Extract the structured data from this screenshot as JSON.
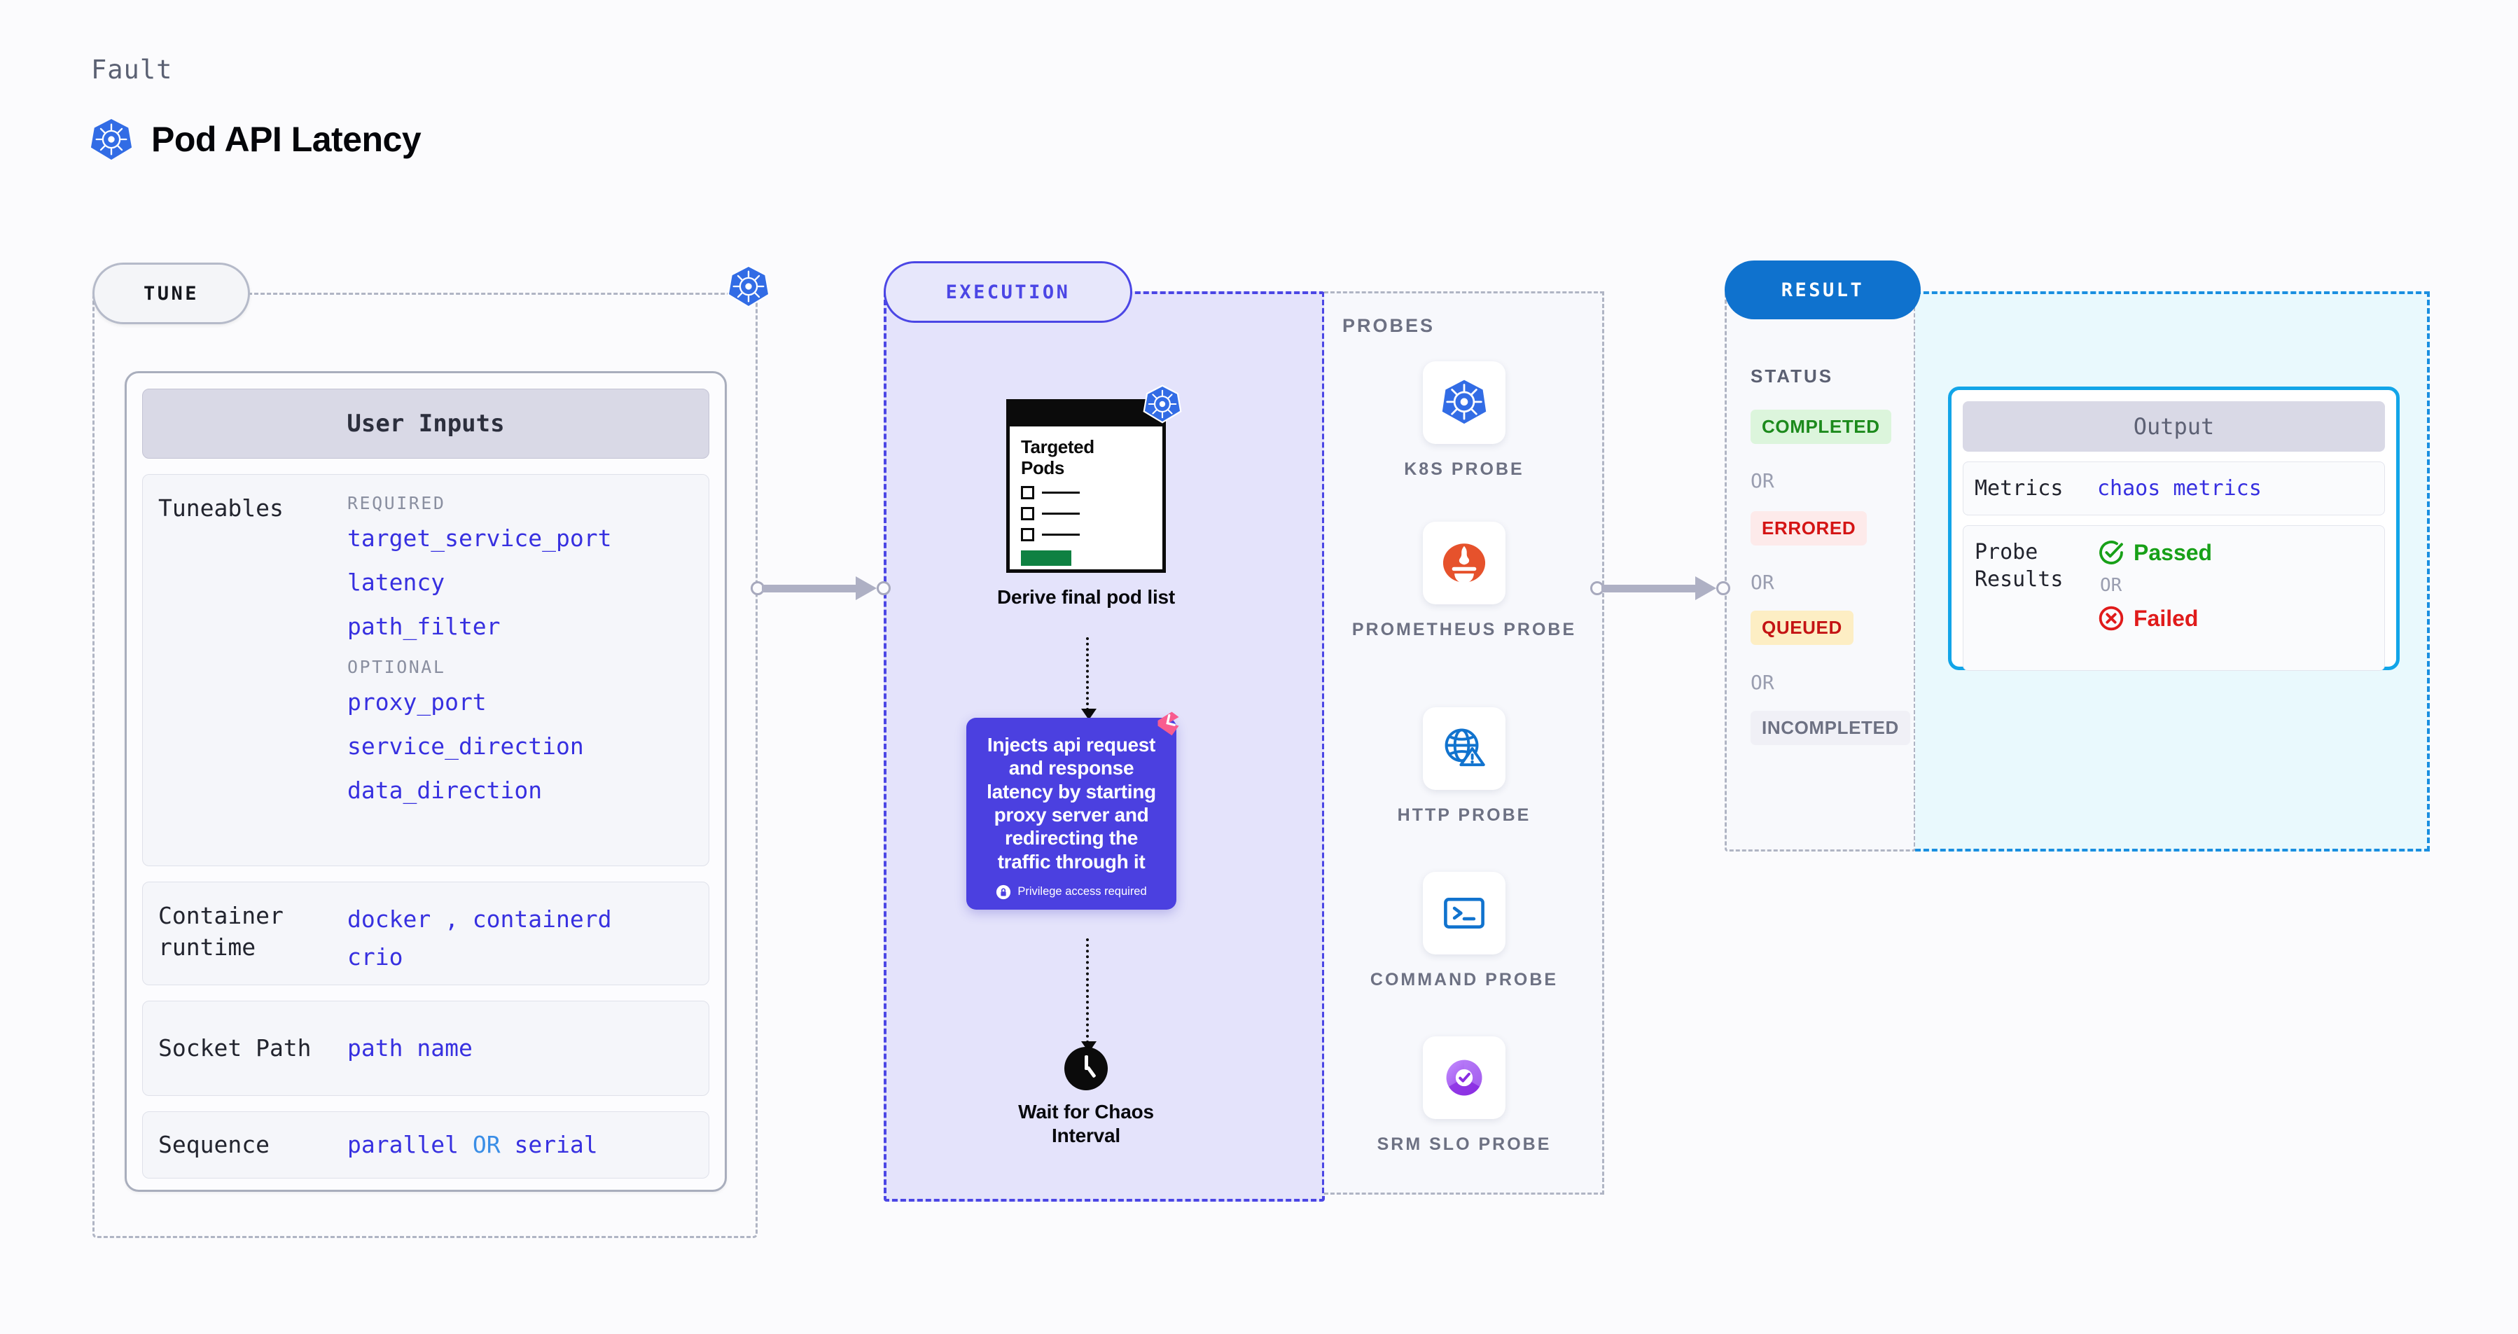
{
  "header": {
    "eyebrow": "Fault",
    "title": "Pod API Latency",
    "icon": "kubernetes-icon"
  },
  "tune": {
    "pill_label": "TUNE",
    "badge_icon": "kubernetes-icon",
    "card_title": "User Inputs",
    "tuneables": {
      "label": "Tuneables",
      "required_label": "REQUIRED",
      "required": [
        "target_service_port",
        "latency",
        "path_filter"
      ],
      "optional_label": "OPTIONAL",
      "optional": [
        "proxy_port",
        "service_direction",
        "data_direction"
      ]
    },
    "container_runtime": {
      "label": "Container runtime",
      "value_line1": "docker , containerd",
      "value_line2": "crio"
    },
    "socket_path": {
      "label": "Socket Path",
      "value": "path name"
    },
    "sequence": {
      "label": "Sequence",
      "value_a": "parallel",
      "or": "OR",
      "value_b": "serial"
    }
  },
  "execution": {
    "pill_label": "EXECUTION",
    "pod_card": {
      "title_line1": "Targeted",
      "title_line2": "Pods",
      "badge_icon": "kubernetes-icon"
    },
    "pod_caption": "Derive final pod list",
    "inject": {
      "text": "Injects api request and response latency by starting proxy server and redirecting the traffic through it",
      "privilege_note": "Privilege access required",
      "privilege_icon": "lock-icon",
      "corner_icon": "litmus-chaos-icon",
      "color": "#4b40e0"
    },
    "wait": {
      "icon": "clock-icon",
      "caption": "Wait for Chaos Interval"
    }
  },
  "probes": {
    "title": "PROBES",
    "items": [
      {
        "label": "K8S PROBE",
        "icon": "kubernetes-icon"
      },
      {
        "label": "PROMETHEUS PROBE",
        "icon": "prometheus-icon"
      },
      {
        "label": "HTTP PROBE",
        "icon": "globe-warning-icon"
      },
      {
        "label": "COMMAND PROBE",
        "icon": "terminal-icon"
      },
      {
        "label": "SRM SLO PROBE",
        "icon": "srm-slo-icon"
      }
    ]
  },
  "result": {
    "pill_label": "RESULT",
    "status_title": "STATUS",
    "or_label": "OR",
    "statuses": [
      {
        "label": "COMPLETED",
        "color": "#1c8a1c",
        "bg": "#dcf5dc"
      },
      {
        "label": "ERRORED",
        "color": "#d41414",
        "bg": "#fdeaea"
      },
      {
        "label": "QUEUED",
        "color": "#c41414",
        "bg": "#fdeec4"
      },
      {
        "label": "INCOMPLETED",
        "color": "#6d7183",
        "bg": "#f0f0f6"
      }
    ],
    "output": {
      "title": "Output",
      "metrics": {
        "label": "Metrics",
        "value": "chaos metrics"
      },
      "probe_results": {
        "label": "Probe Results",
        "passed": "Passed",
        "passed_icon": "check-circle-icon",
        "or": "OR",
        "failed": "Failed",
        "failed_icon": "x-circle-icon"
      }
    }
  },
  "connectors": {
    "tune_to_execution": "arrow-right",
    "execution_to_result": "arrow-right"
  }
}
